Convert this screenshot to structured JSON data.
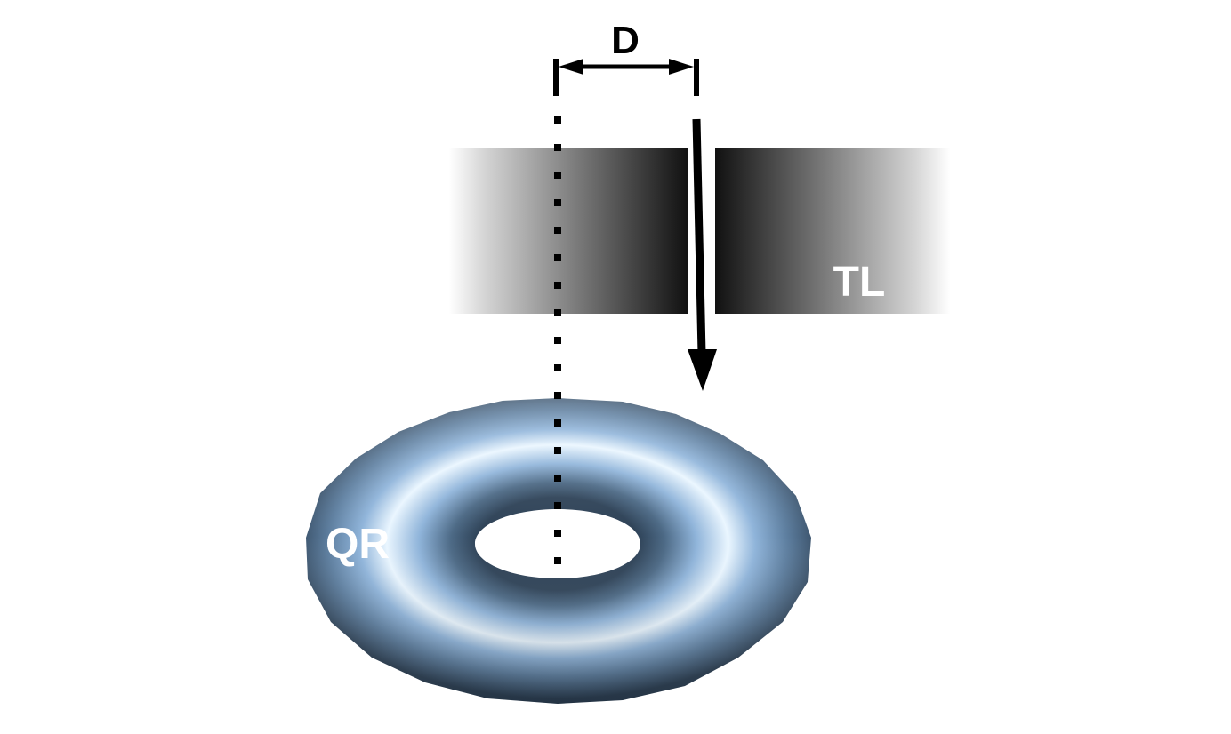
{
  "labels": {
    "distance": "D",
    "tunnel": "TL",
    "ring": "QR"
  },
  "colors": {
    "background": "#ffffff",
    "ink": "#000000",
    "ring_dark": "#2e4257",
    "ring_mid": "#7ea4cc",
    "ring_light": "#eaf6ff",
    "tunnel_dark": "#111111",
    "label_light": "#ffffff"
  }
}
